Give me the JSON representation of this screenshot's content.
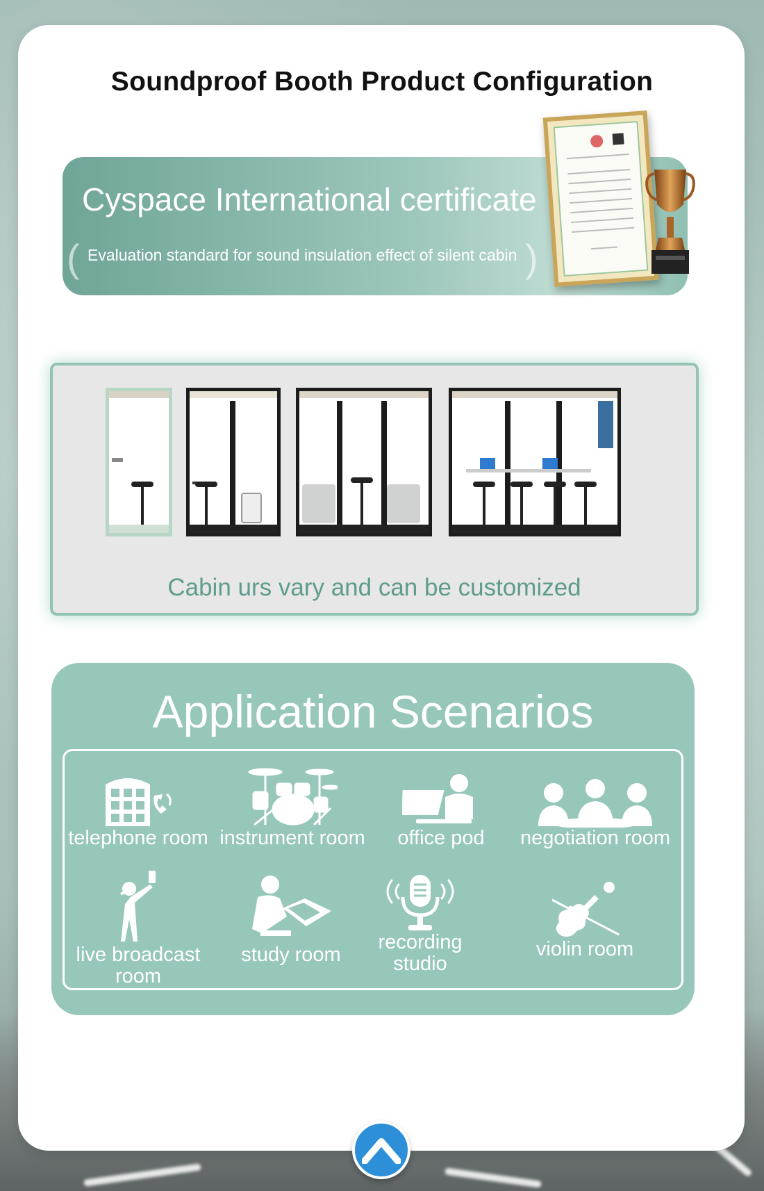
{
  "page": {
    "title": "Soundproof Booth Product Configuration"
  },
  "certificate_banner": {
    "title": "Cyspace International certificate",
    "subtitle": "Evaluation standard for sound insulation effect of silent cabin"
  },
  "cabins": {
    "caption": "Cabin urs vary and can be customized"
  },
  "applications": {
    "title": "Application Scenarios",
    "scenarios": [
      {
        "label": "telephone room",
        "icon": "telephone-booth-icon"
      },
      {
        "label": "instrument room",
        "icon": "drum-kit-icon"
      },
      {
        "label": "office pod",
        "icon": "computer-user-icon"
      },
      {
        "label": "negotiation room",
        "icon": "meeting-people-icon"
      },
      {
        "label": "live broadcast room",
        "icon": "singer-phone-icon"
      },
      {
        "label": "study room",
        "icon": "reading-person-icon"
      },
      {
        "label": "recording studio",
        "icon": "microphone-icon"
      },
      {
        "label": "violin room",
        "icon": "violin-icon"
      }
    ],
    "label_lines": {
      "live_1": "live broadcast",
      "live_2": "room",
      "rec_1": "recording",
      "rec_2": "studio"
    }
  },
  "colors": {
    "accent": "#97c7ba",
    "caption_text": "#5e9c8c",
    "scroll_button": "#2d8fd8"
  }
}
